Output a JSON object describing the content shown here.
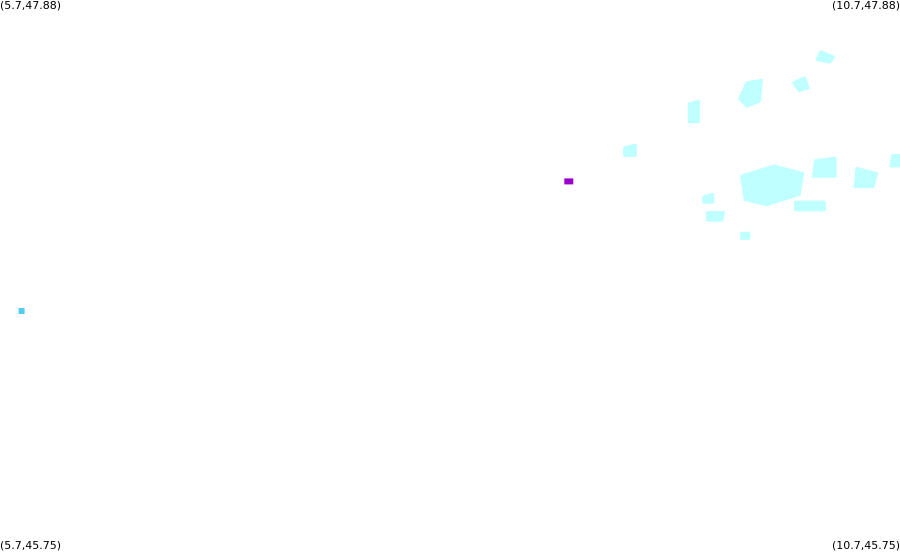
{
  "map": {
    "corners": {
      "top_left": "(5.7,47.88)",
      "top_right": "(10.7,47.88)",
      "bottom_left": "(5.7,45.75)",
      "bottom_right": "(10.7,45.75)"
    },
    "extent": {
      "lon_min": 5.7,
      "lon_max": 10.7,
      "lat_min": 45.75,
      "lat_max": 47.88
    },
    "colors": {
      "background": "#ffffff",
      "lake": "#bfffff",
      "point_blue": "#55ccee",
      "point_purple": "#9900cc"
    },
    "features": [
      {
        "type": "blob",
        "color": "lake",
        "coords": [
          [
            10.26,
            47.68
          ],
          [
            10.33,
            47.66
          ],
          [
            10.31,
            47.64
          ],
          [
            10.24,
            47.65
          ]
        ]
      },
      {
        "type": "blob",
        "color": "lake",
        "coords": [
          [
            10.11,
            47.56
          ],
          [
            10.17,
            47.58
          ],
          [
            10.19,
            47.54
          ],
          [
            10.14,
            47.53
          ]
        ]
      },
      {
        "type": "blob",
        "color": "lake",
        "coords": [
          [
            9.85,
            47.56
          ],
          [
            9.93,
            47.57
          ],
          [
            9.92,
            47.49
          ],
          [
            9.85,
            47.47
          ],
          [
            9.81,
            47.5
          ]
        ]
      },
      {
        "type": "blob",
        "color": "lake",
        "coords": [
          [
            9.53,
            47.48
          ],
          [
            9.58,
            47.49
          ],
          [
            9.58,
            47.41
          ],
          [
            9.53,
            47.41
          ]
        ]
      },
      {
        "type": "blob",
        "color": "lake",
        "coords": [
          [
            9.17,
            47.31
          ],
          [
            9.23,
            47.32
          ],
          [
            9.23,
            47.28
          ],
          [
            9.17,
            47.28
          ]
        ]
      },
      {
        "type": "blob",
        "color": "lake",
        "coords": [
          [
            9.82,
            47.2
          ],
          [
            10.0,
            47.24
          ],
          [
            10.16,
            47.21
          ],
          [
            10.14,
            47.13
          ],
          [
            9.96,
            47.09
          ],
          [
            9.84,
            47.11
          ]
        ]
      },
      {
        "type": "blob",
        "color": "lake",
        "coords": [
          [
            10.23,
            47.26
          ],
          [
            10.34,
            47.27
          ],
          [
            10.34,
            47.2
          ],
          [
            10.22,
            47.2
          ]
        ]
      },
      {
        "type": "blob",
        "color": "lake",
        "coords": [
          [
            10.46,
            47.23
          ],
          [
            10.57,
            47.21
          ],
          [
            10.55,
            47.16
          ],
          [
            10.45,
            47.16
          ]
        ]
      },
      {
        "type": "blob",
        "color": "lake",
        "coords": [
          [
            10.66,
            47.28
          ],
          [
            10.7,
            47.28
          ],
          [
            10.7,
            47.24
          ],
          [
            10.65,
            47.24
          ]
        ]
      },
      {
        "type": "blob",
        "color": "lake",
        "coords": [
          [
            9.61,
            47.12
          ],
          [
            9.66,
            47.13
          ],
          [
            9.66,
            47.1
          ],
          [
            9.61,
            47.1
          ]
        ]
      },
      {
        "type": "blob",
        "color": "lake",
        "coords": [
          [
            9.63,
            47.06
          ],
          [
            9.72,
            47.06
          ],
          [
            9.71,
            47.03
          ],
          [
            9.63,
            47.03
          ]
        ]
      },
      {
        "type": "blob",
        "color": "lake",
        "coords": [
          [
            10.12,
            47.1
          ],
          [
            10.28,
            47.1
          ],
          [
            10.28,
            47.07
          ],
          [
            10.12,
            47.07
          ]
        ]
      },
      {
        "type": "blob",
        "color": "lake",
        "coords": [
          [
            9.82,
            46.98
          ],
          [
            9.86,
            46.98
          ],
          [
            9.86,
            46.96
          ],
          [
            9.82,
            46.96
          ]
        ]
      },
      {
        "type": "point",
        "color": "point_purple",
        "lon": 8.86,
        "lat": 47.18
      },
      {
        "type": "point",
        "color": "point_blue",
        "lon": 5.82,
        "lat": 46.68
      }
    ]
  }
}
